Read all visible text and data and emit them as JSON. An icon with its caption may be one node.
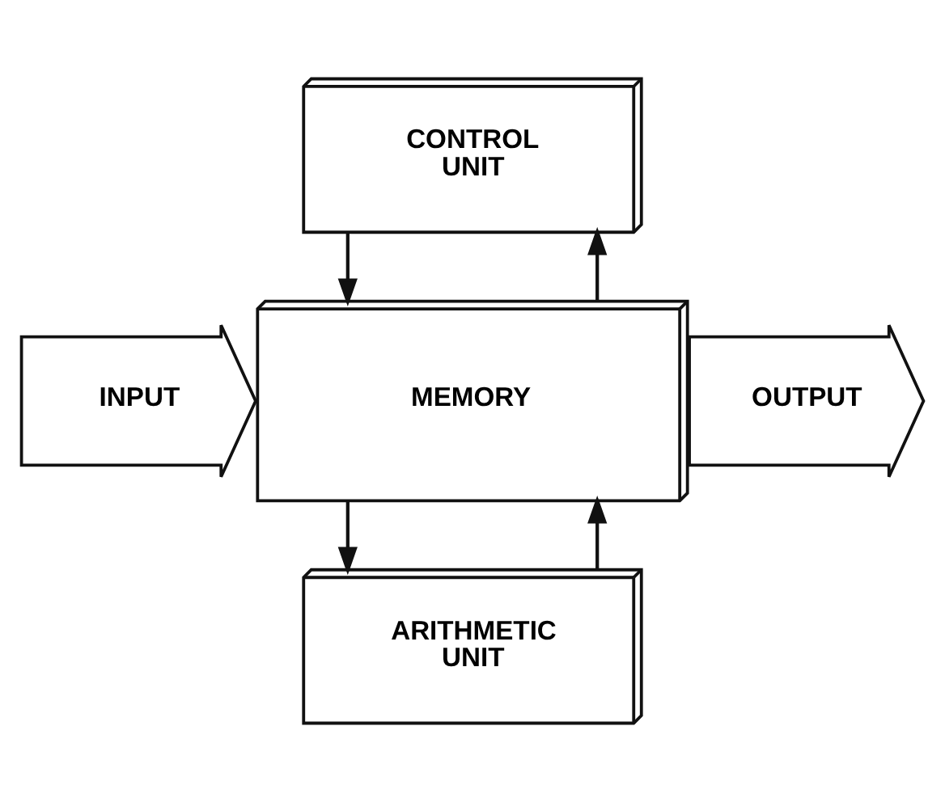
{
  "diagram": {
    "nodes": [
      {
        "text": [
          "CONTROL UNIT"
        ]
      },
      {
        "text": [
          "INPUT"
        ]
      },
      {
        "text": [
          "MEMORY"
        ]
      },
      {
        "text": [
          "OUTPUT"
        ]
      },
      {
        "text": [
          "ARITHMETIC UNIT"
        ]
      }
    ],
    "edges": [
      {
        "from": 0,
        "to": 2,
        "arrow": "to"
      },
      {
        "from": 2,
        "to": 0,
        "arrow": "to"
      },
      {
        "from": 2,
        "to": 4,
        "arrow": "to"
      },
      {
        "from": 4,
        "to": 2,
        "arrow": "to"
      }
    ]
  }
}
